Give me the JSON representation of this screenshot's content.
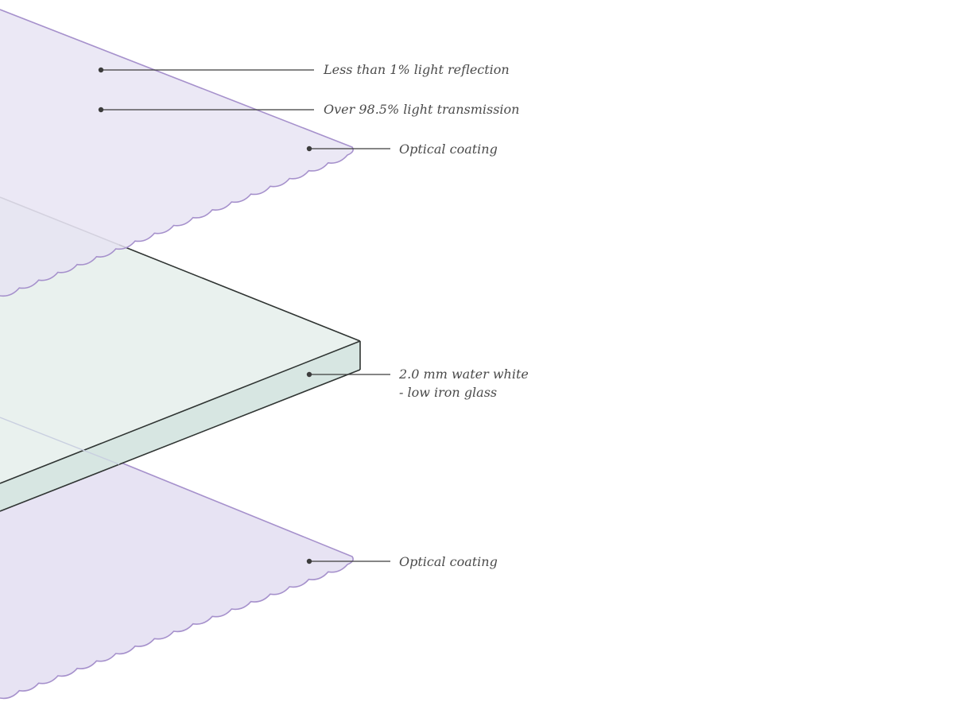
{
  "colors": {
    "coating_fill": "#e7e3f3",
    "coating_stroke": "#a691cc",
    "glass_top": "#e9f1ee",
    "glass_edge": "#d7e6e2",
    "glass_outline": "#2f3432",
    "leader": "#3c3c3c",
    "text": "#4a4a4a"
  },
  "labels": {
    "reflection": "Less than 1% light reflection",
    "transmission": "Over 98.5% light transmission",
    "top_coating": "Optical coating",
    "glass_line1": "2.0 mm water white",
    "glass_line2": "- low iron glass",
    "bottom_coating": "Optical coating"
  }
}
